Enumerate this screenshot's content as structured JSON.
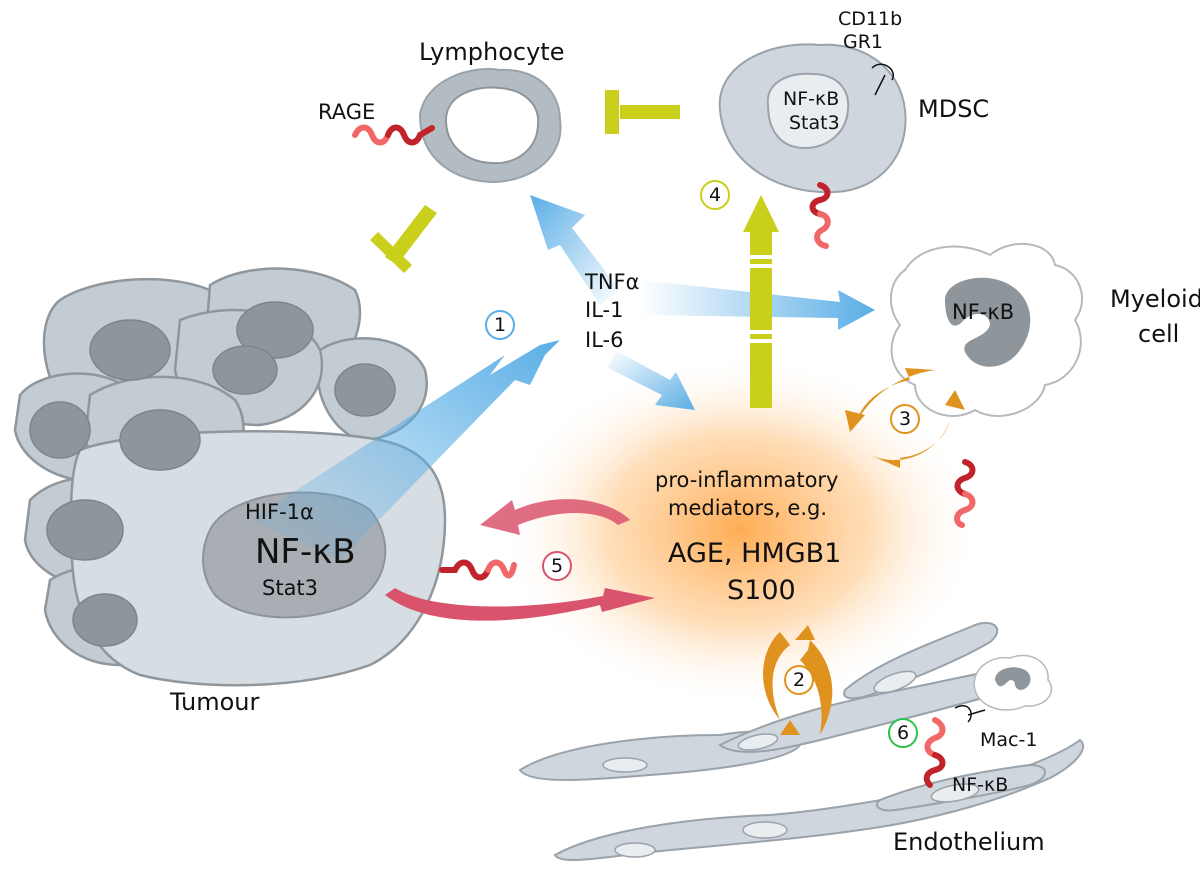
{
  "labels": {
    "lymphocyte": "Lymphocyte",
    "rage": "RAGE",
    "cd11b": "CD11b",
    "gr1": "GR1",
    "mdsc": "MDSC",
    "mdsc_nfkb": "NF-κB",
    "mdsc_stat3": "Stat3",
    "cytokine_tnf": "TNFα",
    "cytokine_il1": "IL-1",
    "cytokine_il6": "IL-6",
    "myeloid_line1": "Myeloid",
    "myeloid_line2": "cell",
    "myeloid_nfkb": "NF-κB",
    "tumour_hif": "HIF-1α",
    "tumour_nfkb": "NF-κB",
    "tumour_stat3": "Stat3",
    "tumour": "Tumour",
    "mediators_line1": "pro-inflammatory",
    "mediators_line2": "mediators, e.g.",
    "mediators_line3": "AGE, HMGB1",
    "mediators_line4": "S100",
    "mac1": "Mac-1",
    "endo_nfkb": "NF-κB",
    "endothelium": "Endothelium"
  },
  "badges": [
    {
      "number": "1",
      "color": "#5aaee6"
    },
    {
      "number": "2",
      "color": "#e0921f"
    },
    {
      "number": "3",
      "color": "#e0921f"
    },
    {
      "number": "4",
      "color": "#c9cf1a"
    },
    {
      "number": "5",
      "color": "#d9536d"
    },
    {
      "number": "6",
      "color": "#2fbf4f"
    }
  ],
  "colors": {
    "cell_fill": "#cfd6dd",
    "cell_stroke": "#9aa2aa",
    "nucleus_fill": "#8e959b",
    "blue_arrow": "#5aaee6",
    "yellow_arrow": "#c9cf1a",
    "orange_arrow": "#e0921f",
    "pink_arrow": "#d9536d",
    "receptor_red": "#c0232a",
    "glow": "#ffb060"
  }
}
